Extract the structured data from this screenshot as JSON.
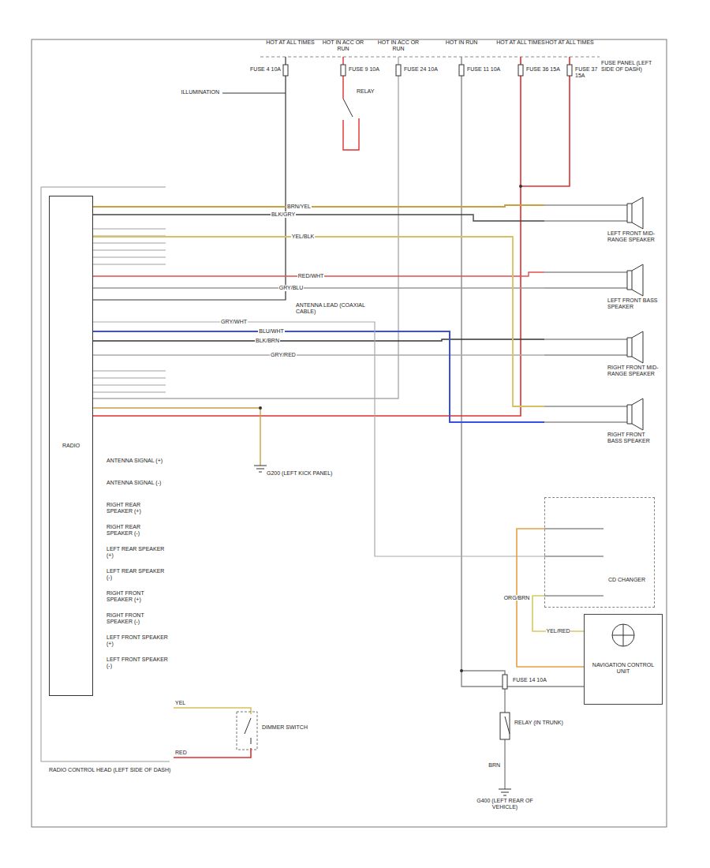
{
  "diagram": {
    "nodes": [
      {
        "text": [
          "RADIO"
        ]
      },
      {
        "text": [
          "LEFT FRONT MID-RANGE SPEAKER"
        ]
      },
      {
        "text": [
          "LEFT FRONT BASS SPEAKER"
        ]
      },
      {
        "text": [
          "RIGHT FRONT MID-RANGE SPEAKER"
        ]
      },
      {
        "text": [
          "RIGHT FRONT BASS SPEAKER"
        ]
      },
      {
        "text": [
          "CD CHANGER"
        ]
      },
      {
        "text": [
          "NAVIGATION CONTROL UNIT"
        ]
      }
    ],
    "edges": [
      {
        "from": 0,
        "to": 1,
        "arrow": "none",
        "label": "BRN/YEL"
      },
      {
        "from": 0,
        "to": 1,
        "arrow": "none",
        "label": "BLK/GRY"
      },
      {
        "from": 0,
        "to": 2,
        "arrow": "none",
        "label": "RED/WHT"
      },
      {
        "from": 0,
        "to": 2,
        "arrow": "none",
        "label": "GRY/BLU"
      },
      {
        "from": 0,
        "to": 3,
        "arrow": "none",
        "label": "BLK/BRN"
      },
      {
        "from": 0,
        "to": 3,
        "arrow": "none",
        "label": "GRY/RED"
      },
      {
        "from": 0,
        "to": 4,
        "arrow": "none",
        "label": "YEL/BLK"
      },
      {
        "from": 0,
        "to": 4,
        "arrow": "none",
        "label": "BLU/WHT"
      },
      {
        "from": 0,
        "to": 5,
        "arrow": "none",
        "label": "GRY/WHT"
      },
      {
        "from": 5,
        "to": 6,
        "arrow": "none",
        "label": "ORG/BRN"
      },
      {
        "from": 5,
        "to": 6,
        "arrow": "none",
        "label": "YEL/RED"
      }
    ],
    "labels": [
      "HOT AT ALL TIMES",
      "HOT IN ACC OR RUN",
      "HOT IN ACC OR RUN",
      "HOT IN RUN",
      "HOT AT ALL TIMES",
      "HOT AT ALL TIMES",
      "FUSE PANEL (LEFT SIDE OF DASH)",
      "FUSE 9 10A",
      "FUSE 24 10A",
      "FUSE 11 10A",
      "FUSE 36 15A",
      "FUSE 37 15A",
      "FUSE 4 10A",
      "ILLUMINATION",
      "RELAY",
      "ANTENNA LEAD (COAXIAL CABLE)",
      "G200 (LEFT KICK PANEL)",
      "ANTENNA SIGNAL (+)",
      "ANTENNA SIGNAL (-)",
      "RIGHT REAR SPEAKER (+)",
      "RIGHT REAR SPEAKER (-)",
      "LEFT REAR SPEAKER (+)",
      "LEFT REAR SPEAKER (-)",
      "RIGHT FRONT SPEAKER (+)",
      "RIGHT FRONT SPEAKER (-)",
      "LEFT FRONT SPEAKER (+)",
      "LEFT FRONT SPEAKER (-)",
      "RADIO CONTROL HEAD (LEFT SIDE OF DASH)",
      "DIMMER SWITCH",
      "FUSE 14 10A",
      "RELAY (IN TRUNK)",
      "BRN",
      "G400 (LEFT REAR OF VEHICLE)",
      "YEL",
      "RED"
    ]
  }
}
